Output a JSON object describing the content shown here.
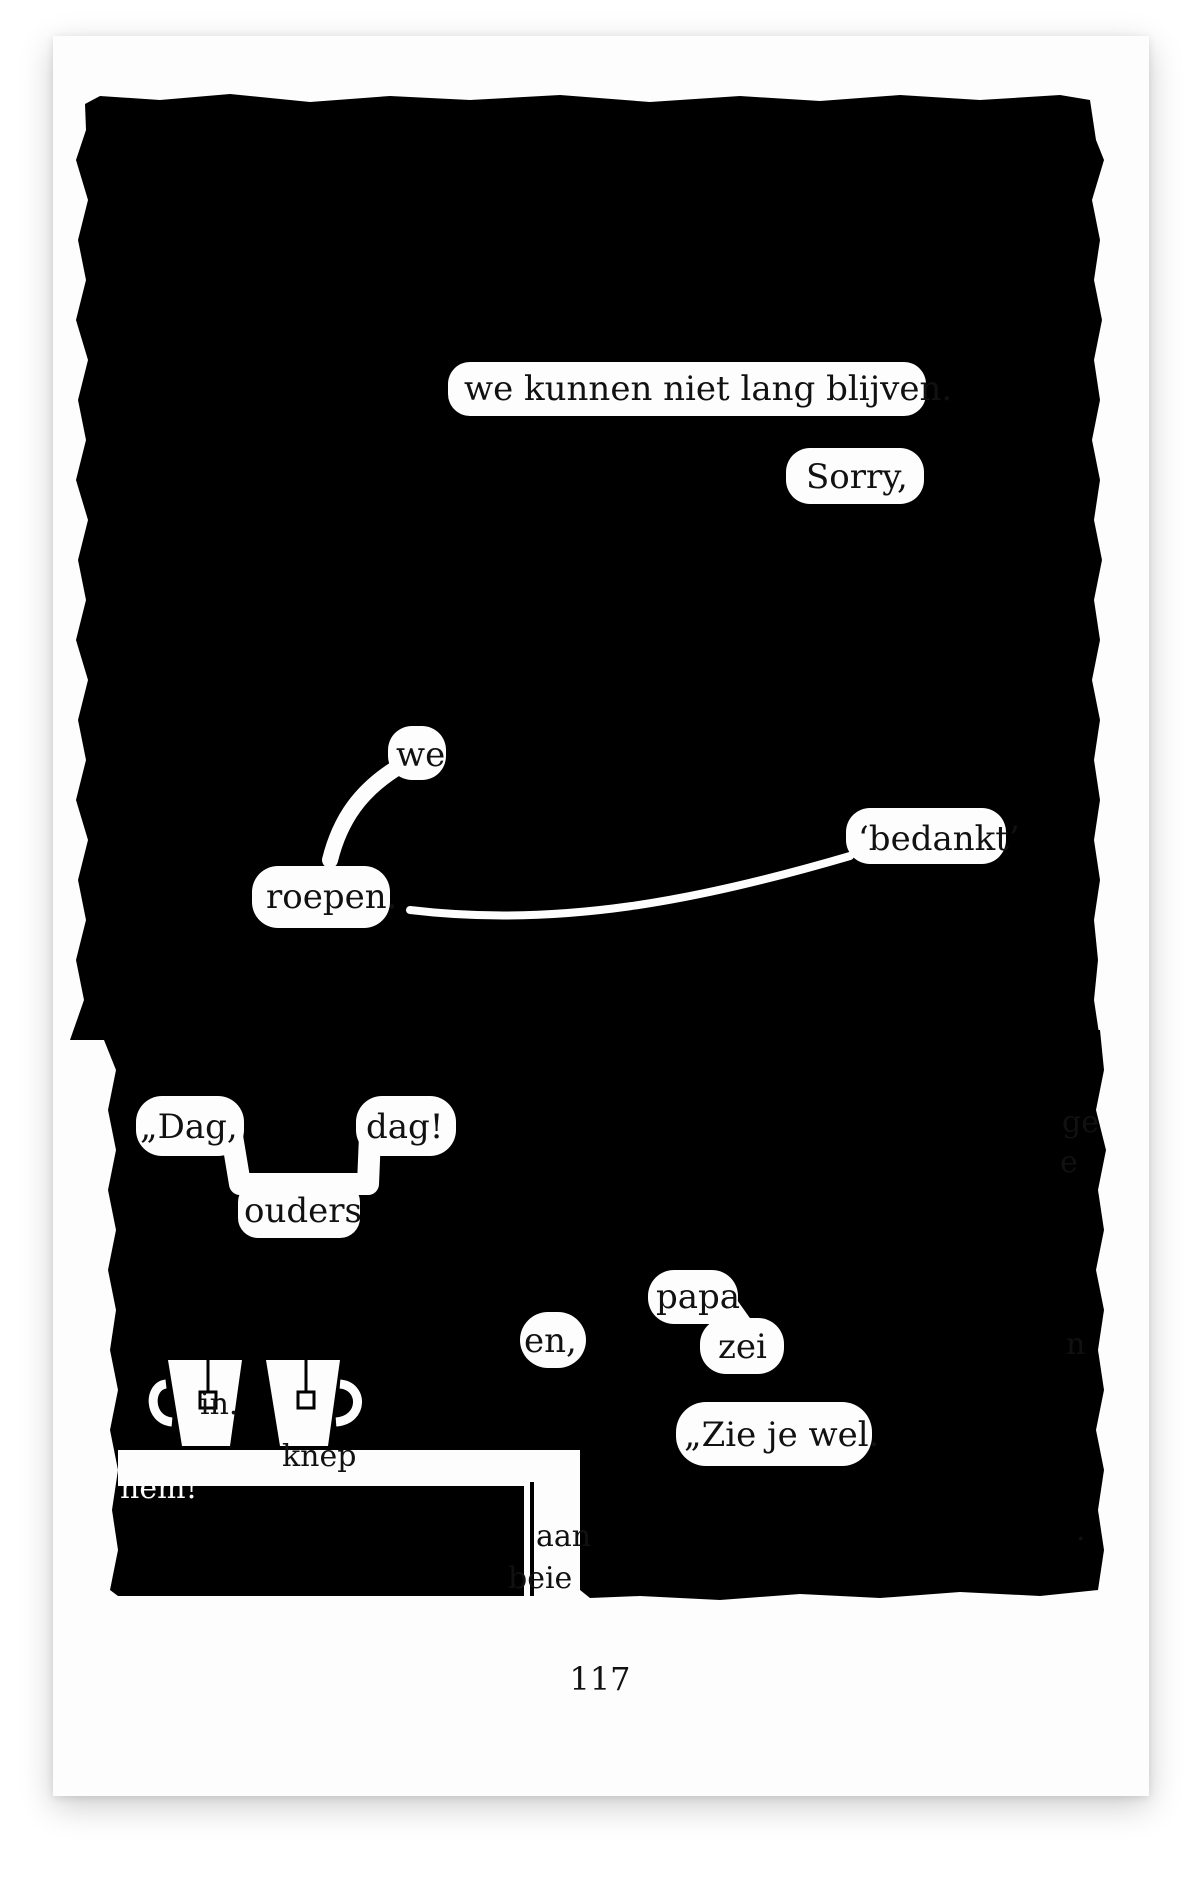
{
  "page": {
    "page_number": "117"
  },
  "poem": {
    "line1": "we kunnen niet lang blijven.",
    "line2": "Sorry,",
    "word_we": "we",
    "word_bedankt": "‘bedankt’",
    "word_roepen": "roepen.",
    "word_dag1": "„Dag,",
    "word_dag2": "dag!",
    "word_ouders": "ouders",
    "word_papa": "papa",
    "word_en": "en,",
    "word_zei": "zei",
    "word_zie": "„Zie je wel."
  },
  "fragments": {
    "frag_ge": "ge",
    "frag_e": "e",
    "frag_n": "n",
    "frag_dot": ".",
    "frag_in": "in.",
    "frag_kne": "knep",
    "frag_hem": "hem!”",
    "frag_aan": "aan",
    "frag_beie": "beie"
  },
  "colors": {
    "ink": "#000000",
    "paper": "#fdfdfd",
    "text": "#111111"
  }
}
